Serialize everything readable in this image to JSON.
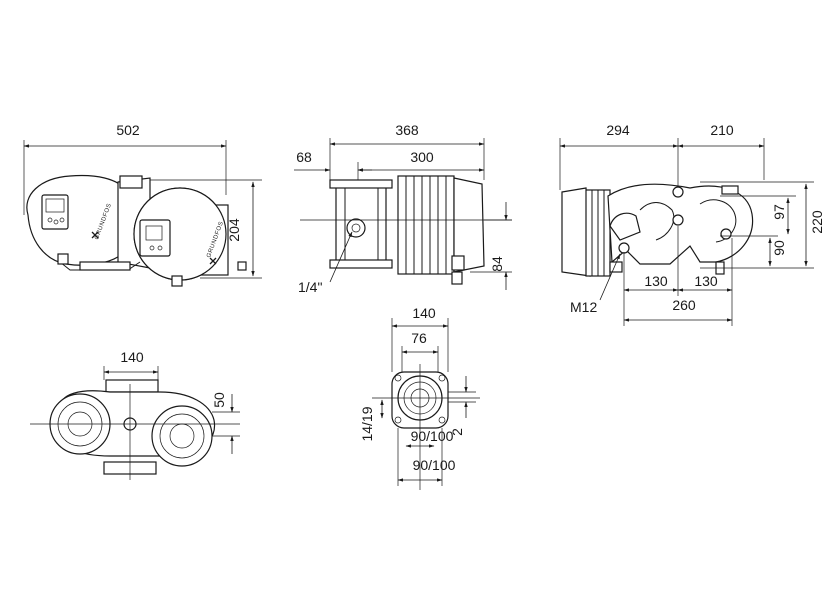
{
  "front_view": {
    "width_label": "502",
    "height_label": "204",
    "brand_text": "GRUNDFOS"
  },
  "side_view": {
    "overall_label": "368",
    "offset_label": "68",
    "motor_label": "300",
    "axis_height_label": "84",
    "thread_label": "1/4\""
  },
  "rear_view": {
    "left_label": "294",
    "right_label": "210",
    "bolt_label_left": "130",
    "bolt_label_right": "130",
    "bolt_span_label": "260",
    "bolt_size_label": "M12",
    "height_90_label": "90",
    "height_97_label": "97",
    "height_220_label": "220"
  },
  "top_view": {
    "width_label": "140",
    "height_label": "50"
  },
  "flange_view": {
    "outer_label": "140",
    "bore_label": "76",
    "holes_label": "14/19",
    "pcd_label_inner": "90/100",
    "pcd_label_outer": "90/100",
    "vertical_label": "2"
  }
}
